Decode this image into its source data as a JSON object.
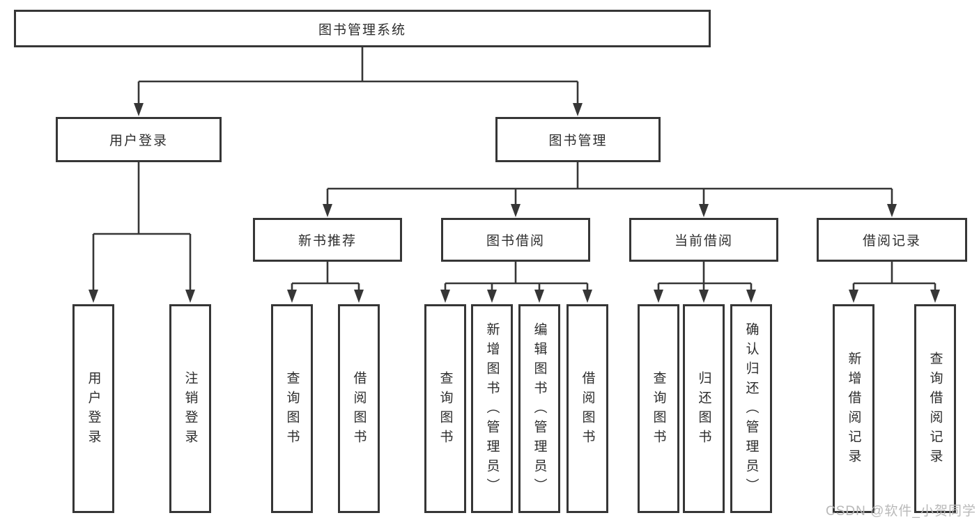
{
  "diagram": {
    "root": {
      "label": "图书管理系统"
    },
    "branches": [
      {
        "label": "用户登录",
        "leaves": [
          "用户登录",
          "注销登录"
        ]
      },
      {
        "label": "图书管理",
        "sections": [
          {
            "label": "新书推荐",
            "leaves": [
              "查询图书",
              "借阅图书"
            ]
          },
          {
            "label": "图书借阅",
            "leaves": [
              "查询图书",
              "新增图书（管理员）",
              "编辑图书（管理员）",
              "借阅图书"
            ]
          },
          {
            "label": "当前借阅",
            "leaves": [
              "查询图书",
              "归还图书",
              "确认归还（管理员）"
            ]
          },
          {
            "label": "借阅记录",
            "leaves": [
              "新增借阅记录",
              "查询借阅记录"
            ]
          }
        ]
      }
    ]
  },
  "watermark": {
    "text": "CSDN @软件_小贺同学"
  },
  "colors": {
    "line": "#363636",
    "box_border": "#363636",
    "text": "#2d2d2d",
    "watermark": "#b9b9b9",
    "background": "#ffffff"
  }
}
